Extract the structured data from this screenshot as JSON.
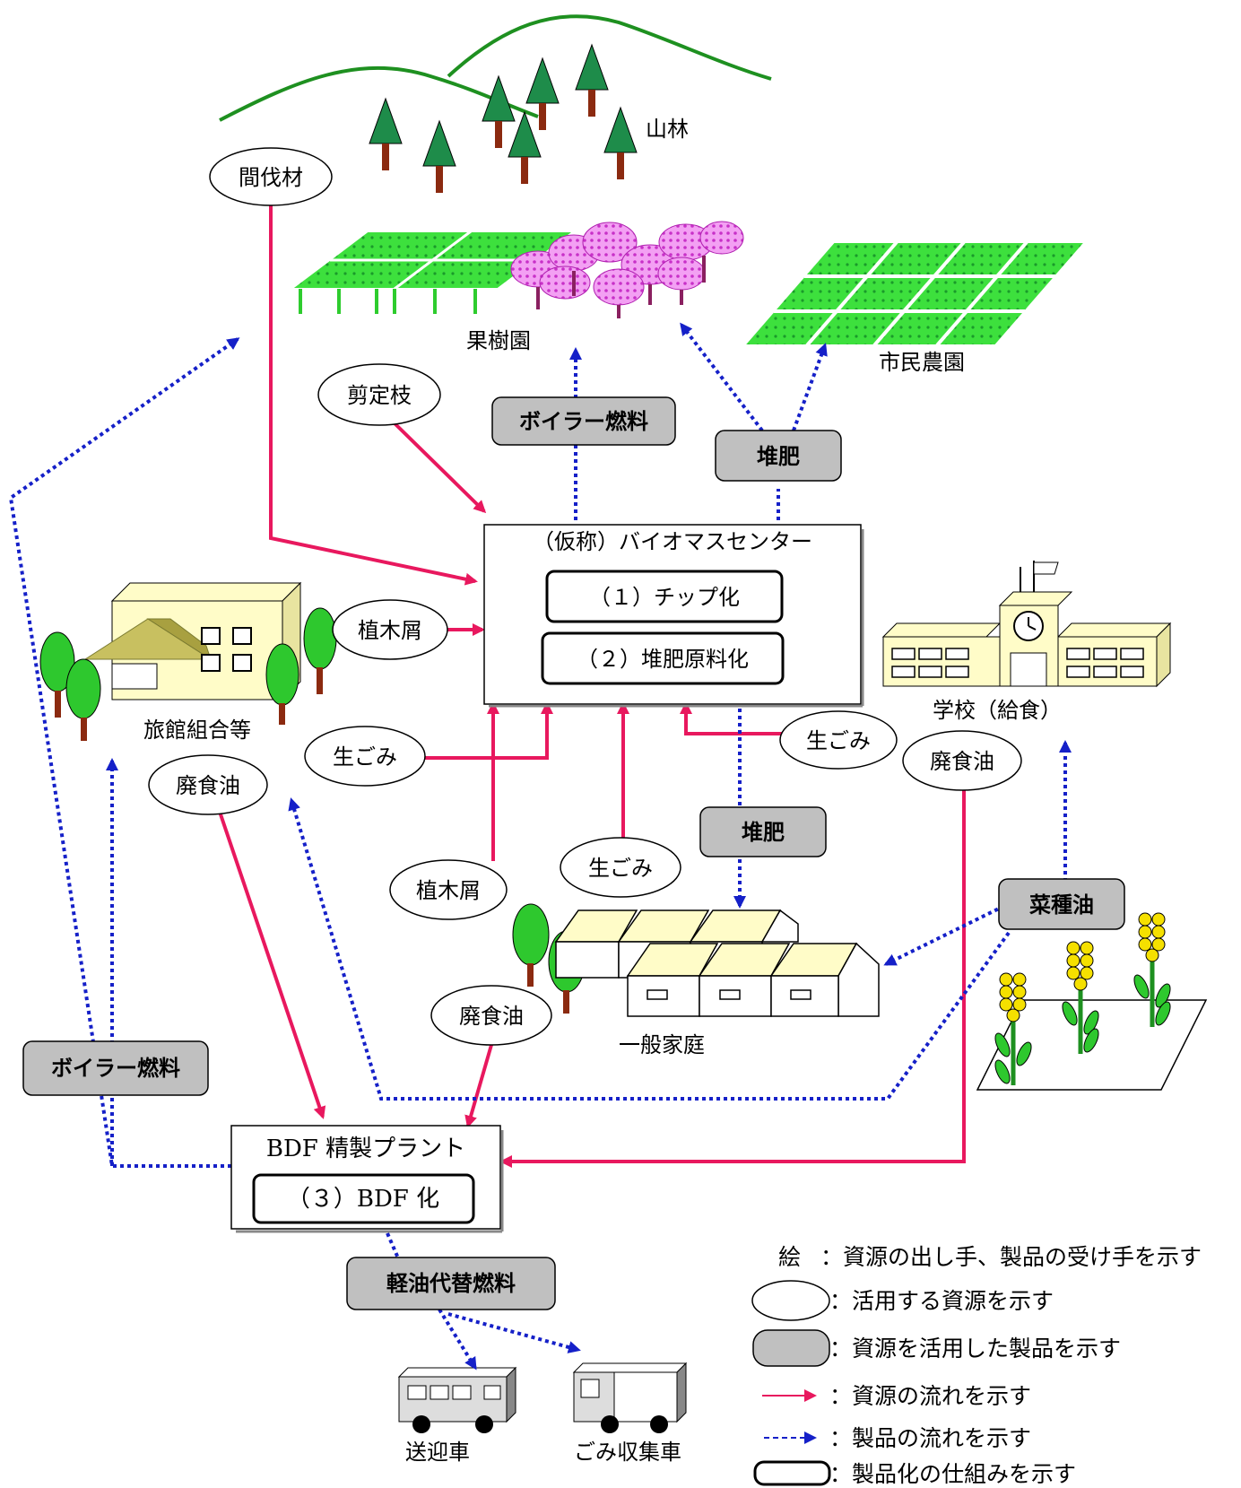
{
  "places": {
    "sanrin": "山林",
    "kajuen": "果樹園",
    "shimin_noen": "市民農園",
    "ryokan": "旅館組合等",
    "gakko": "学校（給食）",
    "katei": "一般家庭",
    "sogei": "送迎車",
    "gomi_shushu": "ごみ収集車"
  },
  "resources": {
    "kanbatsu": "間伐材",
    "sentei": "剪定枝",
    "uekikuzu_1": "植木屑",
    "uekikuzu_2": "植木屑",
    "namagomi_1": "生ごみ",
    "namagomi_2": "生ごみ",
    "namagomi_3": "生ごみ",
    "haishoku_1": "廃食油",
    "haishoku_2": "廃食油",
    "haishoku_3": "廃食油"
  },
  "products": {
    "boiler_1": "ボイラー燃料",
    "boiler_2": "ボイラー燃料",
    "taihi_1": "堆肥",
    "taihi_2": "堆肥",
    "natane": "菜種油",
    "keiyu": "軽油代替燃料"
  },
  "facilities": {
    "biomass_title": "（仮称）バイオマスセンター",
    "biomass_step1": "（１）チップ化",
    "biomass_step2": "（２）堆肥原料化",
    "bdf_title": "BDF 精製プラント",
    "bdf_step3": "（３）BDF 化"
  },
  "legend": {
    "e": "絵",
    "e_desc": "：資源の出し手、製品の受け手を示す",
    "resource": "：活用する資源を示す",
    "product": "：資源を活用した製品を示す",
    "flow_resource": "：資源の流れを示す",
    "flow_product": "：製品の流れを示す",
    "mechanism": "：製品化の仕組みを示す"
  },
  "colors": {
    "resource_flow": "#e8185e",
    "product_flow": "#1520c8",
    "product_fill": "#c0c0c0",
    "tree_green": "#1e8c4a",
    "field_green": "#3de03d",
    "blossom": "#e060e0",
    "canola": "#f5e000"
  }
}
